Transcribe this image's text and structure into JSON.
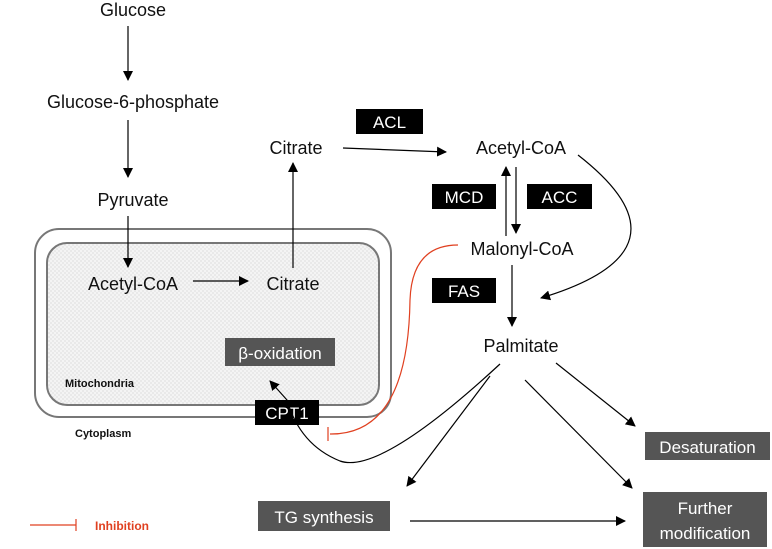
{
  "nodes": {
    "glucose": "Glucose",
    "glucose6p": "Glucose-6-phosphate",
    "pyruvate": "Pyruvate",
    "acetyl_coa_mito": "Acetyl-CoA",
    "citrate_mito": "Citrate",
    "citrate_cyto": "Citrate",
    "acetyl_coa_cyto": "Acetyl-CoA",
    "malonyl_coa": "Malonyl-CoA",
    "palmitate": "Palmitate"
  },
  "enzymes": {
    "acl": "ACL",
    "mcd": "MCD",
    "acc": "ACC",
    "fas": "FAS",
    "cpt1": "CPT1"
  },
  "processes": {
    "beta_oxidation": "β-oxidation",
    "desaturation": "Desaturation",
    "tg_synthesis": "TG synthesis",
    "further_mod_line1": "Further",
    "further_mod_line2": "modification"
  },
  "compartments": {
    "mitochondria": "Mitochondria",
    "cytoplasm": "Cytoplasm"
  },
  "legend": {
    "inhibition": "Inhibition"
  },
  "colors": {
    "enzyme_box": "#000000",
    "process_box": "#555555",
    "inhibition": "#e04020",
    "membrane": "#777777"
  }
}
